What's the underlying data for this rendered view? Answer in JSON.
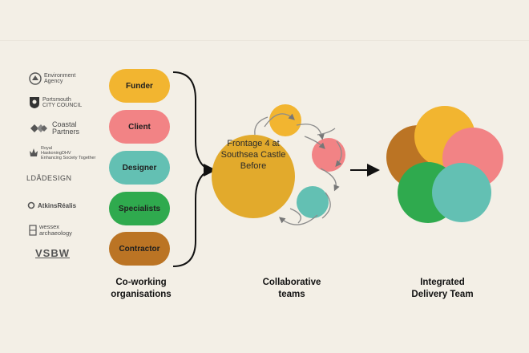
{
  "logos": [
    {
      "name": "environment-agency",
      "text": "Environment\nAgency"
    },
    {
      "name": "portsmouth",
      "text": "Portsmouth\nCITY COUNCIL"
    },
    {
      "name": "coastal-partners",
      "text": "Coastal\nPartners"
    },
    {
      "name": "royal-haskoning",
      "text": "Royal\nHaskoningDHV\nEnhancing Society Together"
    },
    {
      "name": "lda-design",
      "text": "LDÅDESIGN"
    },
    {
      "name": "atkins-realis",
      "text": "AtkinsRéalis"
    },
    {
      "name": "wessex-archaeology",
      "text": "wessex\narchaeology"
    },
    {
      "name": "vsbw",
      "text": "VSBW"
    }
  ],
  "roles": [
    {
      "label": "Funder",
      "color": "#f2b530"
    },
    {
      "label": "Client",
      "color": "#f28385"
    },
    {
      "label": "Designer",
      "color": "#63c0b3"
    },
    {
      "label": "Specialists",
      "color": "#2faa4e"
    },
    {
      "label": "Contractor",
      "color": "#bb7424"
    }
  ],
  "center": {
    "label": "Frontage 4 at\nSouthsea Castle\nBefore",
    "color": "#e2aa2c"
  },
  "captions": {
    "left": "Co-working\norganisations",
    "middle": "Collaborative\nteams",
    "right": "Integrated\nDelivery Team"
  },
  "colors": {
    "background": "#f3efe6",
    "arrow": "#111111",
    "loop": "#8c8c8c"
  }
}
